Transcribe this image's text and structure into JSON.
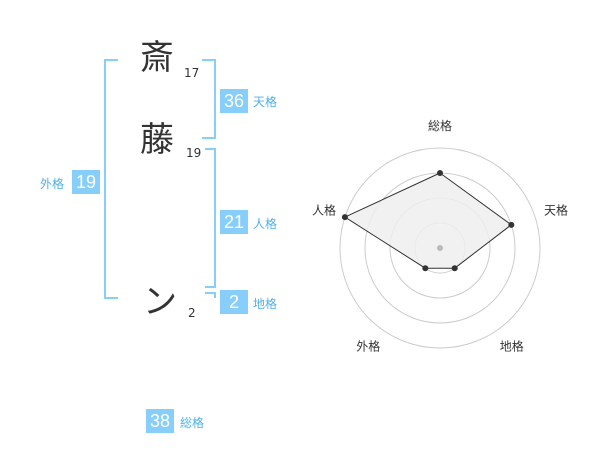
{
  "name": {
    "chars": [
      {
        "char": "斎",
        "strokes": "17"
      },
      {
        "char": "藤",
        "strokes": "19"
      },
      {
        "char": "ン",
        "strokes": "2"
      }
    ]
  },
  "kaku": {
    "ten": {
      "value": "36",
      "label": "天格"
    },
    "jin": {
      "value": "21",
      "label": "人格"
    },
    "chi": {
      "value": "2",
      "label": "地格"
    },
    "gai": {
      "value": "19",
      "label": "外格"
    },
    "sou": {
      "value": "38",
      "label": "総格"
    }
  },
  "chart_data": {
    "type": "radar",
    "axes": [
      "総格",
      "天格",
      "地格",
      "外格",
      "人格"
    ],
    "values": [
      3,
      3,
      1,
      1,
      4
    ],
    "rlim": [
      0,
      4
    ],
    "rings": 4,
    "colors": {
      "fill": "#eeeeee",
      "line": "#333333",
      "grid": "#cccccc",
      "point": "#333333",
      "center": "#bbbbbb"
    }
  },
  "colors": {
    "accent": "#87cefa",
    "accent_text": "#4fb1ea"
  }
}
